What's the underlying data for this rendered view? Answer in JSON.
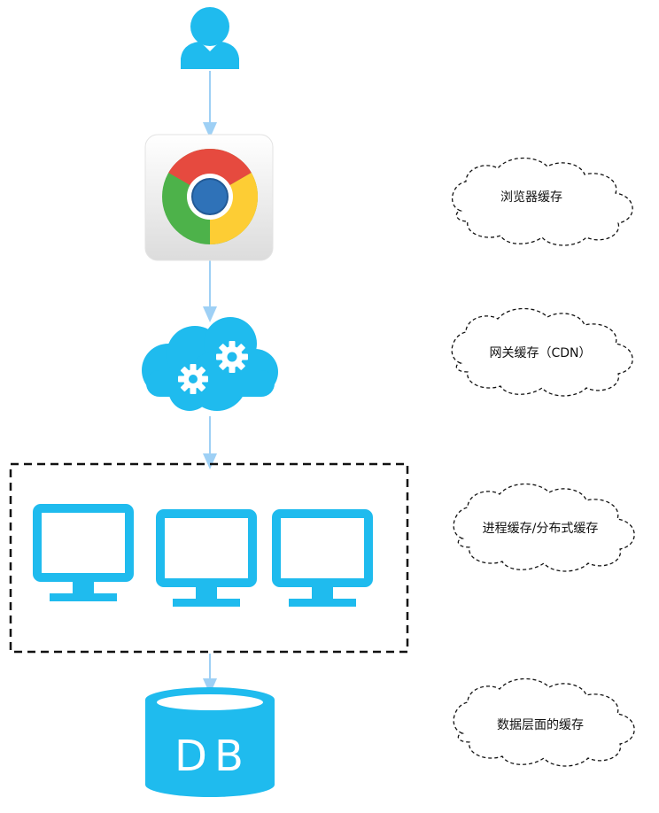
{
  "colors": {
    "icon_blue": "#1fbbee",
    "arrow_blue": "#9ed0f5",
    "dashed_border": "#111111"
  },
  "nodes": [
    {
      "name": "user",
      "icon": "user-icon"
    },
    {
      "name": "browser",
      "icon": "chrome-browser-icon"
    },
    {
      "name": "gateway",
      "icon": "cloud-gears-icon"
    },
    {
      "name": "servers",
      "icon": "monitor-icon",
      "count": 3
    },
    {
      "name": "database",
      "icon": "database-icon",
      "text": "DB"
    }
  ],
  "cache_labels": {
    "browser": "浏览器缓存",
    "gateway": "网关缓存（CDN）",
    "process": "进程缓存/分布式缓存",
    "data": "数据层面的缓存"
  }
}
